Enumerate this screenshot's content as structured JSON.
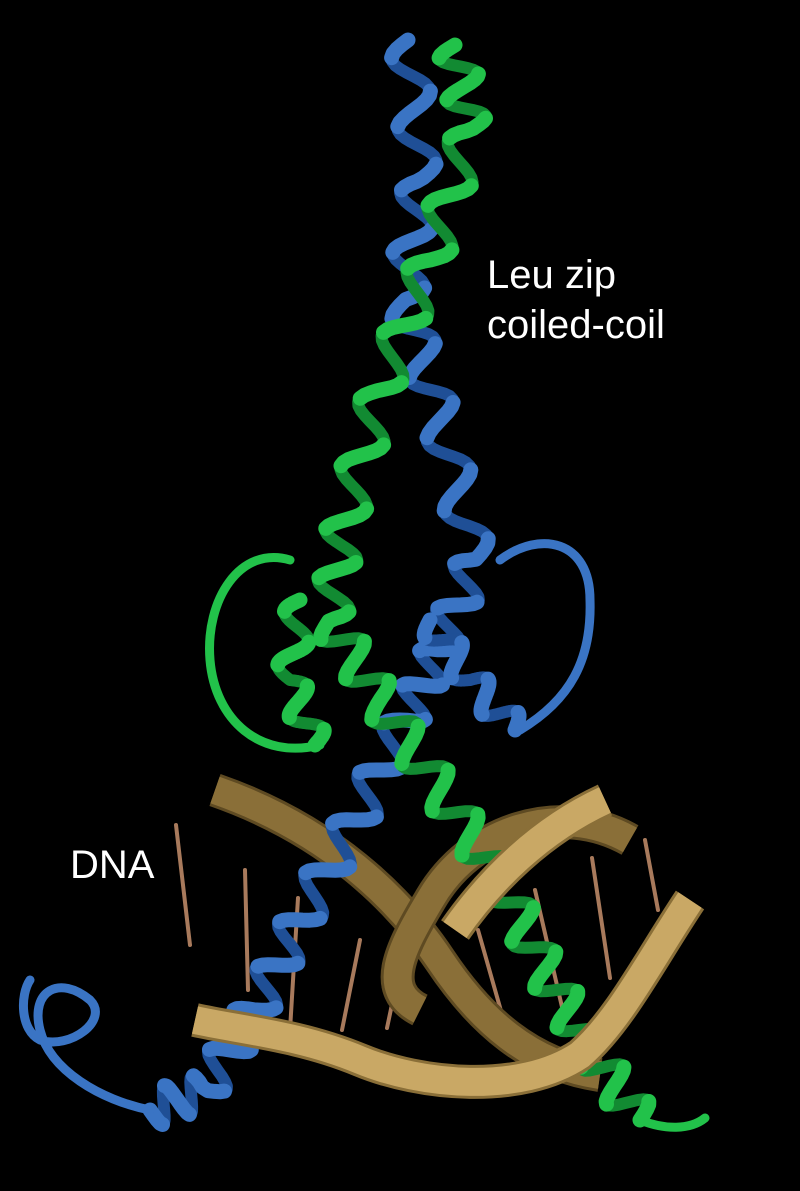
{
  "labels": {
    "leucine_zipper_line1": "Leu zip",
    "leucine_zipper_line2": "coiled-coil",
    "dna": "DNA"
  },
  "colors": {
    "background": "#000000",
    "chain_a": "#3a74c4",
    "chain_a_dark": "#1f4f96",
    "chain_b": "#22c24a",
    "chain_b_dark": "#128a32",
    "dna_backbone": "#c9a865",
    "dna_backbone_dark": "#8a6f38",
    "dna_base": "#a87a5c",
    "label_text": "#ffffff"
  }
}
